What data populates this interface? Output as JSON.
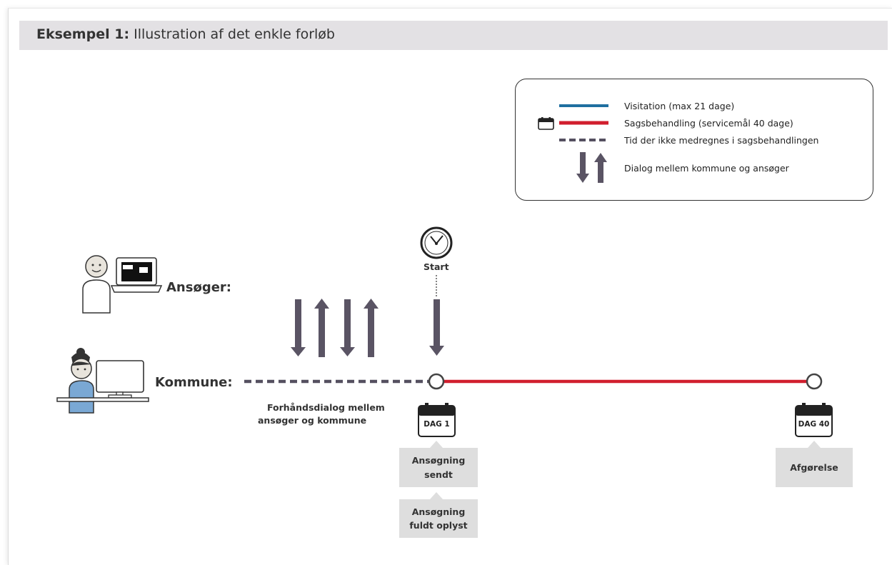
{
  "title": {
    "bold": "Eksempel 1:",
    "rest": " Illustration af det enkle forløb"
  },
  "legend": {
    "items": [
      {
        "label": "Visitation (max 21 dage)",
        "color": "#1f6fa0",
        "style": "solid"
      },
      {
        "label": "Sagsbehandling (servicemål 40 dage)",
        "color": "#d11f2e",
        "style": "solid",
        "icon": "calendar-icon"
      },
      {
        "label": "Tid der ikke medregnes i sagsbehandlingen",
        "color": "#555060",
        "style": "dashed"
      },
      {
        "label": "Dialog mellem kommune og ansøger",
        "color": "#555060",
        "style": "arrows"
      }
    ]
  },
  "actors": {
    "applicant": "Ansøger:",
    "municipality": "Kommune:"
  },
  "timeline": {
    "start_label": "Start",
    "pre_dialog_label_line1": "Forhåndsdialog mellem",
    "pre_dialog_label_line2": "ansøger og kommune",
    "day_start": "DAG 1",
    "day_end": "DAG 40",
    "box_sent_line1": "Ansøgning",
    "box_sent_line2": "sendt",
    "box_complete_line1": "Ansøgning",
    "box_complete_line2": "fuldt oplyst",
    "box_decision": "Afgørelse"
  },
  "colors": {
    "arrow": "#5a5464",
    "red_line": "#d11f2e",
    "blue_line": "#1f6fa0",
    "box_gray": "#dedede",
    "title_bar": "#e3e1e4"
  }
}
